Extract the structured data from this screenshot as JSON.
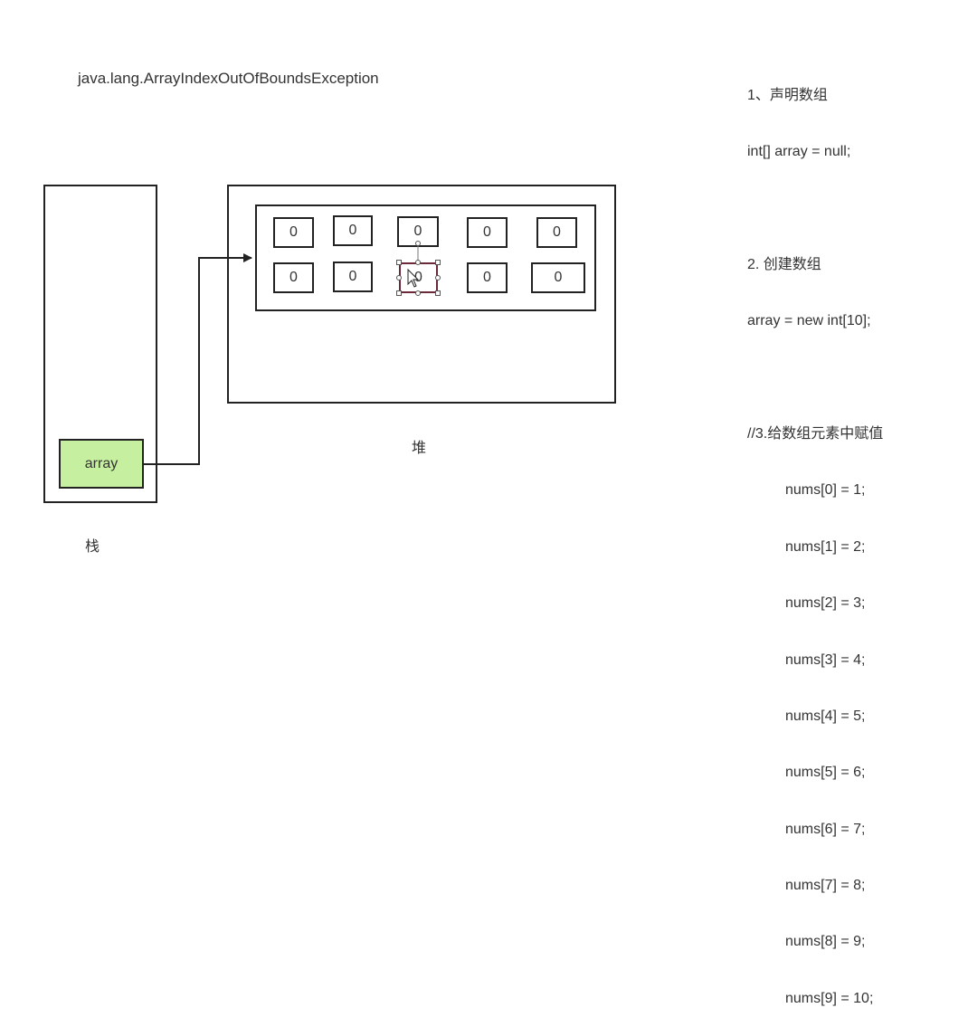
{
  "exception_text": "java.lang.ArrayIndexOutOfBoundsException",
  "stack": {
    "variable": "array",
    "label": "栈"
  },
  "heap": {
    "label": "堆",
    "cells_row1": [
      "0",
      "0",
      "0",
      "0",
      "0"
    ],
    "cells_row2": [
      "0",
      "0",
      "0",
      "0",
      "0"
    ]
  },
  "code": {
    "step1_title": "1、声明数组",
    "step1_code": "int[] array = null;",
    "step2_title": "2. 创建数组",
    "step2_code": "array = new int[10];",
    "step3_title": "//3.给数组元素中赋值",
    "assignments": [
      "nums[0] = 1;",
      "nums[1] = 2;",
      "nums[2] = 3;",
      "nums[3] = 4;",
      "nums[4] = 5;",
      "nums[5] = 6;",
      "nums[6] = 7;",
      "nums[7] = 8;",
      "nums[8] = 9;",
      "nums[9] = 10;"
    ]
  },
  "colors": {
    "variable_fill": "#c6f0a0",
    "stroke": "#222222"
  }
}
